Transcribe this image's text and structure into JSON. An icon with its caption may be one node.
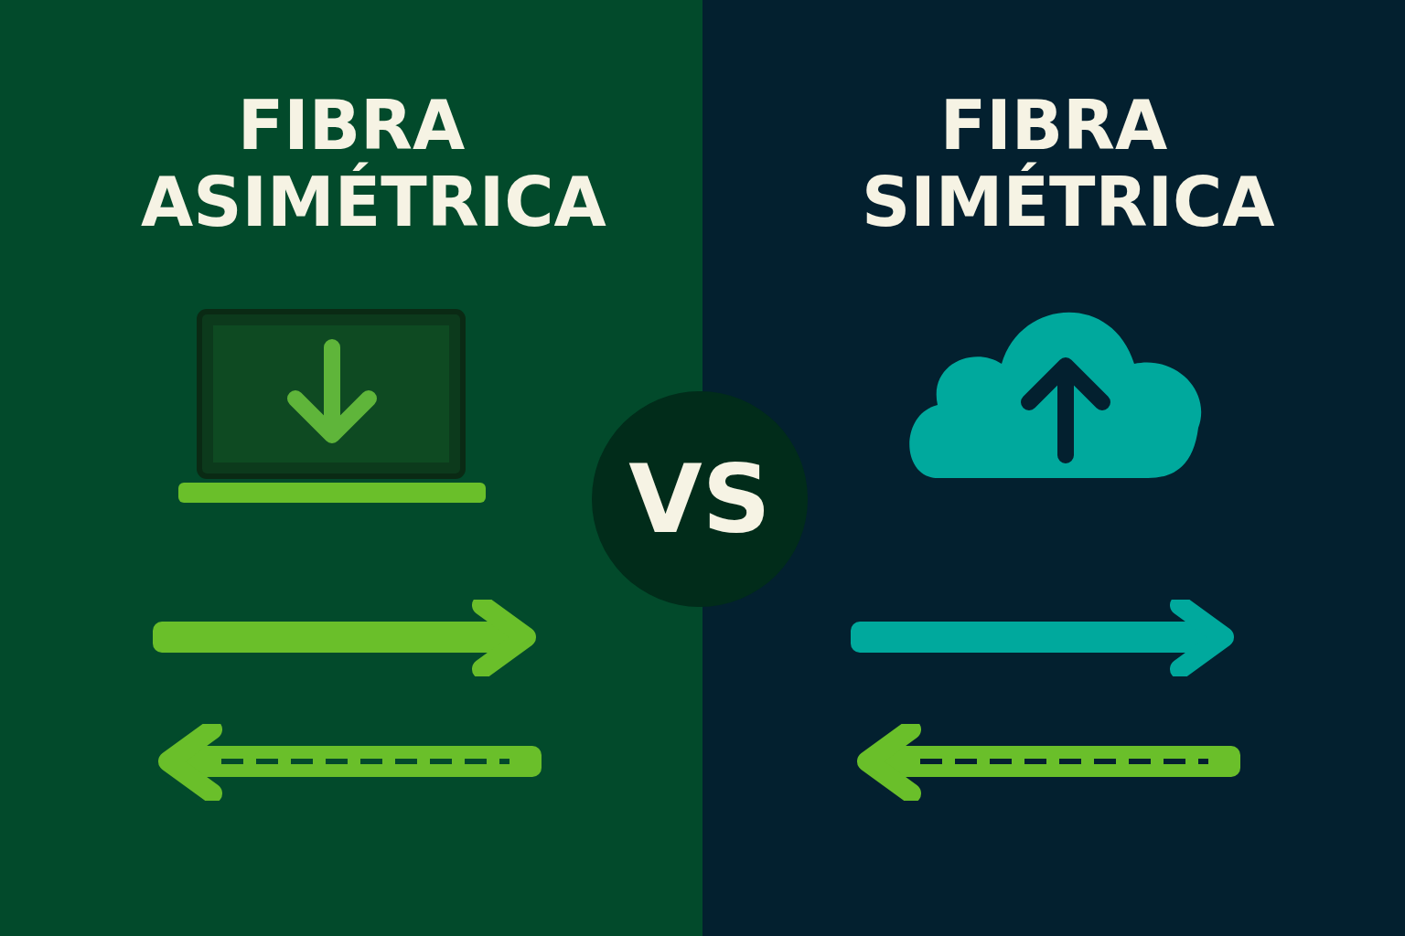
{
  "diagram": {
    "nodes": [
      {
        "text": [
          "FIBRA ASIMÉTRICA"
        ]
      },
      {
        "text": [
          "FIBRA SIMÉTRICA"
        ]
      },
      {
        "text": [
          "VS"
        ]
      }
    ]
  }
}
